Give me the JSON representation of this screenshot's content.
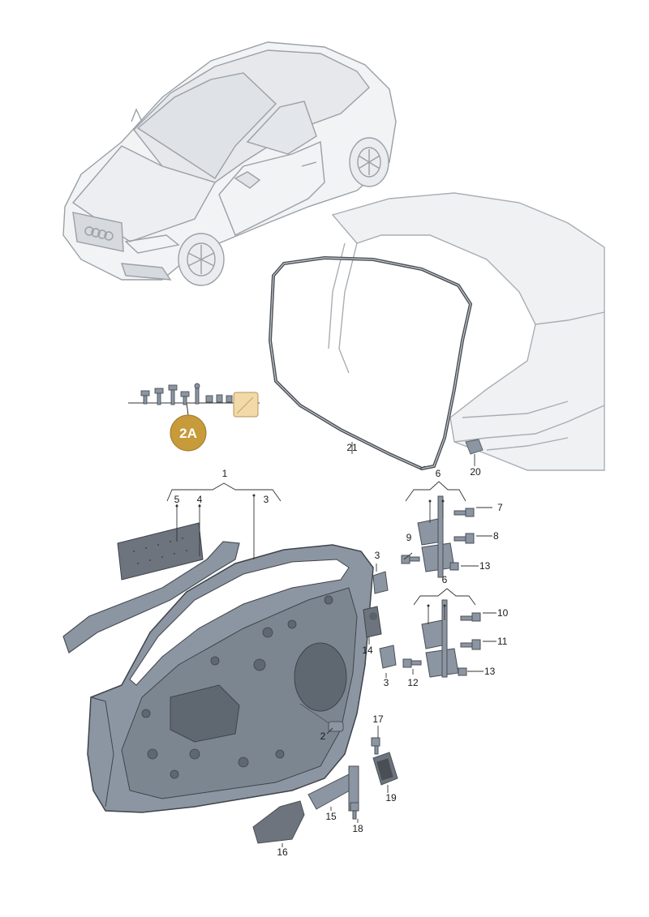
{
  "diagram": {
    "badge_label": "2A",
    "colors": {
      "part_fill": "#8c96a3",
      "part_dark": "#59616b",
      "part_light": "#b9c0c9",
      "car_line": "#9aa0a7",
      "badge": "#c79a3a",
      "accent_square": "#f1d9a8"
    },
    "callouts": {
      "c1": "1",
      "c2": "2",
      "c3a": "3",
      "c3b": "3",
      "c3c": "3",
      "c4": "4",
      "c5": "5",
      "c6a": "6",
      "c6b": "6",
      "c7": "7",
      "c8": "8",
      "c9": "9",
      "c10": "10",
      "c11": "11",
      "c12": "12",
      "c13a": "13",
      "c13b": "13",
      "c14": "14",
      "c15": "15",
      "c16": "16",
      "c17": "17",
      "c18": "18",
      "c19": "19",
      "c20": "20",
      "c21": "21"
    }
  }
}
